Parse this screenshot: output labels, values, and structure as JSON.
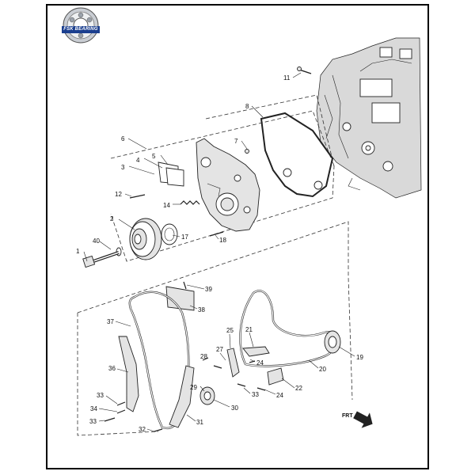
{
  "logo": {
    "text": "FSK BEARING",
    "icon": "bearing-logo-icon"
  },
  "front_label": "FRT",
  "callouts": [
    "1",
    "2",
    "3",
    "4",
    "5",
    "6",
    "7",
    "8",
    "11",
    "12",
    "14",
    "17",
    "18",
    "19",
    "20",
    "21",
    "22",
    "24",
    "24",
    "25",
    "27",
    "28",
    "29",
    "30",
    "31",
    "32",
    "33",
    "33",
    "33",
    "34",
    "36",
    "37",
    "38",
    "39",
    "40"
  ],
  "labels": {
    "c1": "1",
    "c2": "2",
    "c3": "3",
    "c4": "4",
    "c5": "5",
    "c6": "6",
    "c7": "7",
    "c8": "8",
    "c11": "11",
    "c12": "12",
    "c14": "14",
    "c17": "17",
    "c18": "18",
    "c19": "19",
    "c20": "20",
    "c21": "21",
    "c22": "22",
    "c24a": "24",
    "c24b": "24",
    "c25": "25",
    "c27": "27",
    "c28": "28",
    "c29": "29",
    "c30": "30",
    "c31": "31",
    "c32": "32",
    "c33a": "33",
    "c33b": "33",
    "c33c": "33",
    "c34": "34",
    "c36": "36",
    "c37": "37",
    "c38": "38",
    "c39": "39",
    "c40": "40"
  }
}
